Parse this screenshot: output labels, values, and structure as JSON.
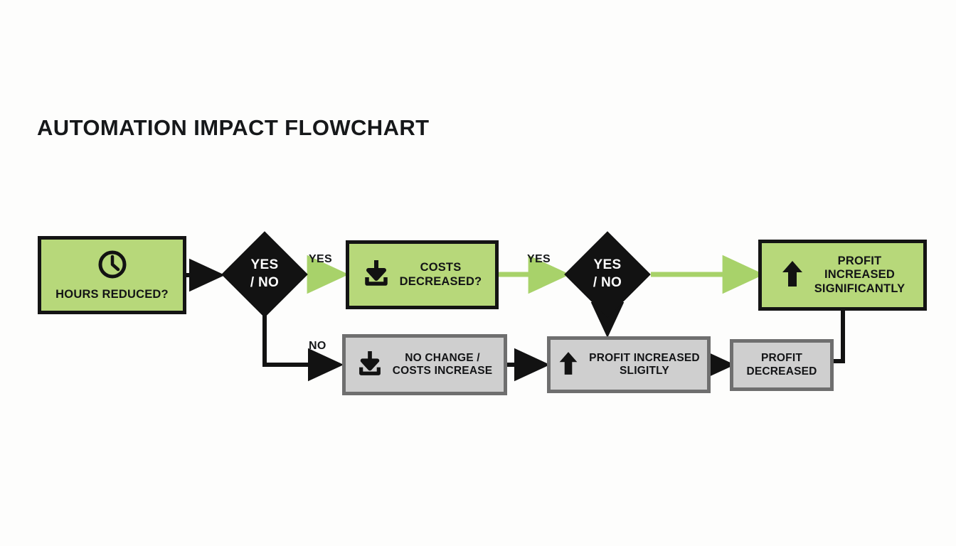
{
  "page": {
    "title": "AUTOMATION IMPACT FLOWCHART",
    "background_color": "#fdfdfc"
  },
  "palette": {
    "green_fill": "#b7d87a",
    "green_arrow": "#a8d26a",
    "gray_fill": "#cfcfcf",
    "gray_border": "#6f6f6f",
    "black": "#121212",
    "white": "#ffffff"
  },
  "nodes": {
    "hours_reduced": {
      "label": "HOURS REDUCED?",
      "icon": "clock-icon",
      "style": "green"
    },
    "decision_one": {
      "label": "YES\n/ NO",
      "style": "diamond"
    },
    "costs_decreased": {
      "label": "COSTS\nDECREASED?",
      "icon": "download-arrow-icon",
      "style": "green"
    },
    "decision_two": {
      "label": "YES\n/ NO",
      "style": "diamond"
    },
    "profit_increased_significantly": {
      "label": "PROFIT\nINCREASED\nSIGNIFICANTLY",
      "icon": "up-arrow-icon",
      "style": "green"
    },
    "no_change_costs_increase": {
      "label": "NO CHANGE /\nCOSTS INCREASE",
      "icon": "download-arrow-icon",
      "style": "gray"
    },
    "profit_increased_slightly": {
      "label": "PROFIT INCREASED\nSLIGITLY",
      "icon": "up-arrow-icon",
      "style": "gray"
    },
    "profit_decreased": {
      "label": "PROFIT\nDECREASED",
      "icon": "none",
      "style": "gray"
    }
  },
  "edge_labels": {
    "yes_one": "YES",
    "no_one": "NO",
    "yes_two": "YES"
  },
  "chart_data": {
    "type": "diagram",
    "title": "AUTOMATION IMPACT FLOWCHART",
    "nodes": [
      {
        "id": "hours_reduced",
        "text": "HOURS REDUCED?",
        "shape": "rectangle",
        "fill": "#b7d87a",
        "icon": "clock-icon"
      },
      {
        "id": "decision_one",
        "text": "YES / NO",
        "shape": "diamond",
        "fill": "#121212"
      },
      {
        "id": "costs_decreased",
        "text": "COSTS DECREASED?",
        "shape": "rectangle",
        "fill": "#b7d87a",
        "icon": "download-arrow-icon"
      },
      {
        "id": "decision_two",
        "text": "YES / NO",
        "shape": "diamond",
        "fill": "#121212"
      },
      {
        "id": "profit_increased_significantly",
        "text": "PROFIT INCREASED SIGNIFICANTLY",
        "shape": "rectangle",
        "fill": "#b7d87a",
        "icon": "up-arrow-icon"
      },
      {
        "id": "no_change_costs_increase",
        "text": "NO CHANGE / COSTS INCREASE",
        "shape": "rectangle",
        "fill": "#cfcfcf",
        "icon": "download-arrow-icon"
      },
      {
        "id": "profit_increased_slightly",
        "text": "PROFIT INCREASED SLIGITLY",
        "shape": "rectangle",
        "fill": "#cfcfcf",
        "icon": "up-arrow-icon"
      },
      {
        "id": "profit_decreased",
        "text": "PROFIT DECREASED",
        "shape": "rectangle",
        "fill": "#cfcfcf"
      }
    ],
    "edges": [
      {
        "from": "hours_reduced",
        "to": "decision_one",
        "label": "",
        "color": "#121212"
      },
      {
        "from": "decision_one",
        "to": "costs_decreased",
        "label": "YES",
        "color": "#a8d26a"
      },
      {
        "from": "decision_one",
        "to": "no_change_costs_increase",
        "label": "NO",
        "color": "#121212"
      },
      {
        "from": "costs_decreased",
        "to": "decision_two",
        "label": "",
        "color": "#a8d26a"
      },
      {
        "from": "decision_two",
        "to": "profit_increased_significantly",
        "label": "YES",
        "color": "#a8d26a"
      },
      {
        "from": "decision_two",
        "to": "profit_increased_slightly",
        "label": "",
        "color": "#121212"
      },
      {
        "from": "no_change_costs_increase",
        "to": "profit_increased_slightly",
        "label": "",
        "color": "#121212"
      },
      {
        "from": "profit_increased_slightly",
        "to": "profit_decreased",
        "label": "",
        "color": "#121212"
      },
      {
        "from": "profit_increased_significantly",
        "to": "profit_decreased",
        "label": "",
        "color": "#121212"
      }
    ]
  }
}
